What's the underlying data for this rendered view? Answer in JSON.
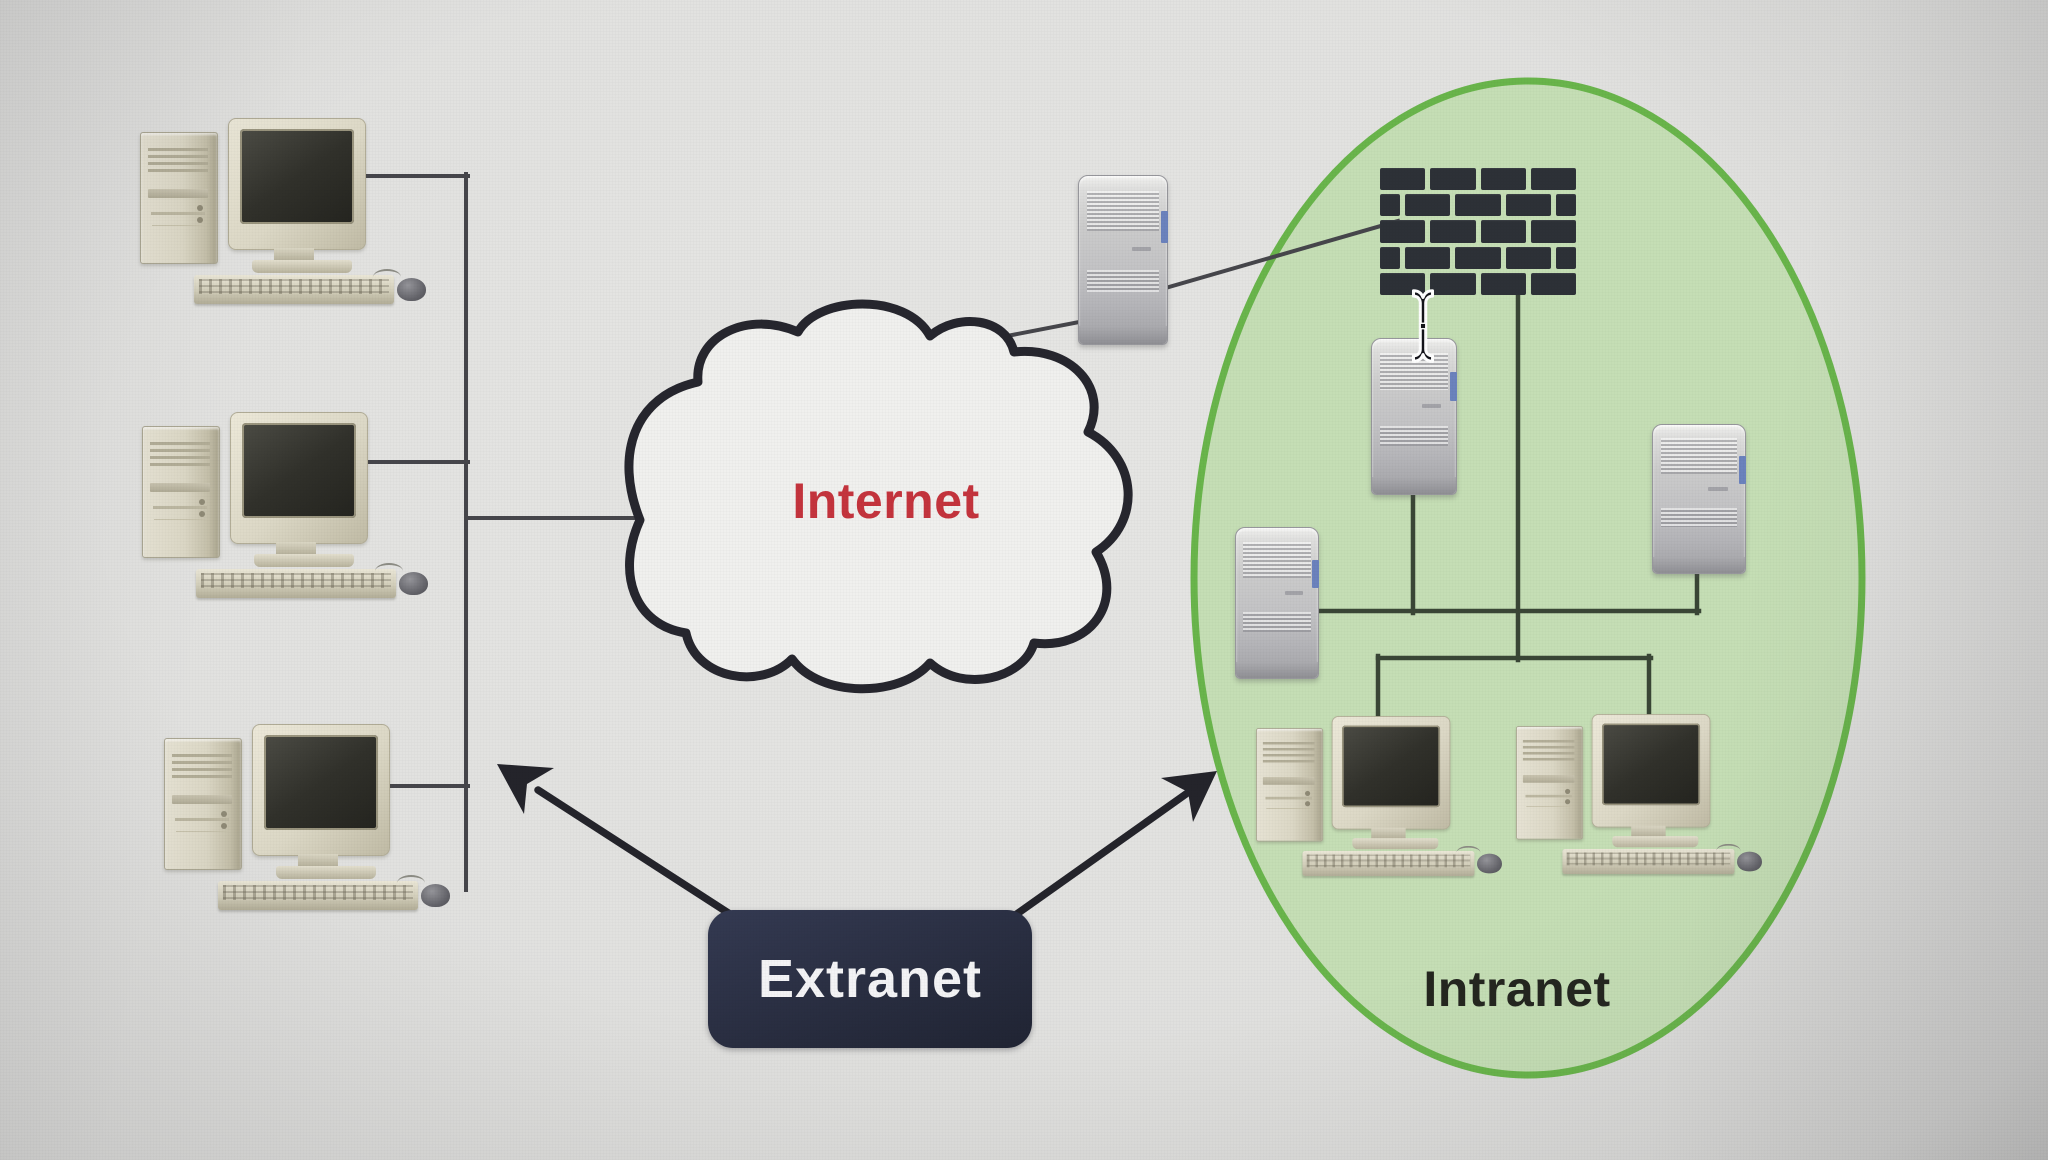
{
  "diagram": {
    "labels": {
      "internet": "Internet",
      "extranet": "Extranet",
      "intranet": "Intranet"
    },
    "zones": {
      "external_lan": {
        "workstations": 3
      },
      "dmz": {
        "servers": 1
      },
      "intranet": {
        "servers": 3,
        "workstations": 2,
        "protected_by_firewall": true
      }
    },
    "pointer": "text-ibeam-cursor",
    "colors": {
      "canvas_bg": "#e1e1df",
      "cloud_fill": "#f0f0ee",
      "cloud_stroke": "#26262e",
      "internet_text": "#c4343d",
      "ellipse_fill": "#c5deb5",
      "ellipse_stroke": "#69b54b",
      "extranet_box_bg": "#2b3044",
      "extranet_text": "#f3f3f5",
      "intranet_text": "#24261f",
      "wire": "#46464b",
      "intranet_wire": "#3a4636",
      "arrow": "#24242b",
      "firewall_brick": "#2d3137"
    }
  }
}
